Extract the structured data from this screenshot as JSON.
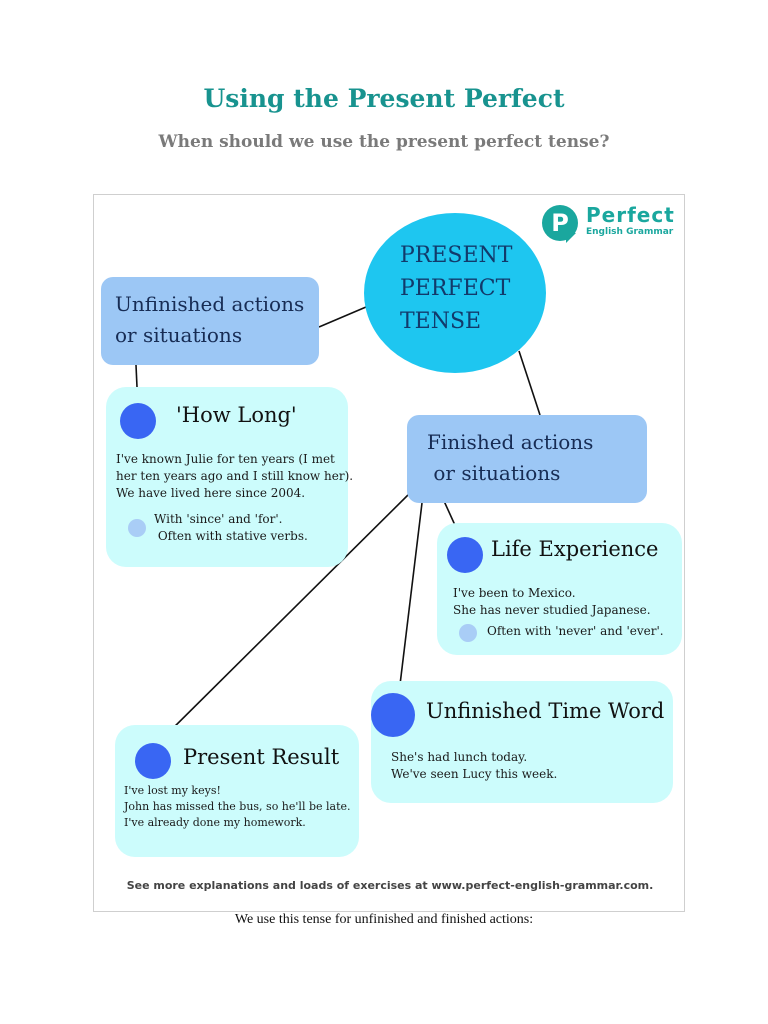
{
  "page": {
    "title": "Using the Present Perfect",
    "subtitle": "When should we use the present perfect tense?",
    "caption": "We use this tense for unfinished and finished actions:"
  },
  "infographic": {
    "logo": {
      "word": "Perfect",
      "sub": "English Grammar",
      "badge": "P",
      "color": "#1aa79e"
    },
    "center": {
      "text": "PRESENT\nPERFECT\nTENSE",
      "color": "#1ec6f0"
    },
    "unfinished": {
      "text": "Unfinished actions\nor situations"
    },
    "finished": {
      "text": "Finished actions\n or situations"
    },
    "how_long": {
      "heading": "'How Long'",
      "body": "I've known Julie for ten years (I met her ten years ago and I still know her). We have lived here since 2004.",
      "note_line1": "With 'since' and 'for'.",
      "note_line2": " Often with stative verbs."
    },
    "life_experience": {
      "heading": "Life Experience",
      "line1": "I've been to Mexico.",
      "line2": "She has never studied Japanese.",
      "note": "Often with 'never' and 'ever'."
    },
    "time_word": {
      "heading": "Unfinished Time Word",
      "line1": "She's had lunch today.",
      "line2": "We've seen Lucy this week."
    },
    "present_result": {
      "heading": "Present Result",
      "line1": "I've lost my keys!",
      "line2": "John has missed the bus, so he'll be late.",
      "line3": "I've already done my homework."
    },
    "footer": "See more explanations and loads of exercises at www.perfect-english-grammar.com.",
    "colors": {
      "card": "#ccfcfc",
      "box": "#9cc7f5",
      "dot": "#3966f3",
      "note_dot": "#a9cdf6",
      "title": "#18938f"
    }
  }
}
